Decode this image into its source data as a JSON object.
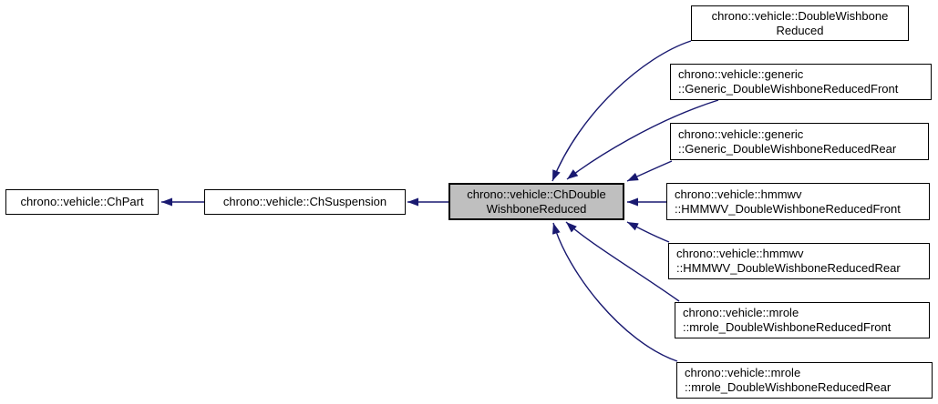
{
  "diagram": {
    "type": "class-inheritance-graph",
    "colors": {
      "arrow": "#191970",
      "node_border": "#000000",
      "node_fill": "#ffffff",
      "highlight_fill": "#bfbfbf",
      "text": "#000000",
      "background": "#ffffff"
    },
    "nodes": {
      "chpart": {
        "label": "chrono::vehicle::ChPart"
      },
      "chsuspension": {
        "label": "chrono::vehicle::ChSuspension"
      },
      "chdoublewishbonereduced": {
        "line1": "chrono::vehicle::ChDouble",
        "line2": "WishboneReduced",
        "highlighted": true
      },
      "doublewishbonereduced": {
        "line1": "chrono::vehicle::DoubleWishbone",
        "line2": "Reduced"
      },
      "generic_front": {
        "line1": "chrono::vehicle::generic",
        "line2": "::Generic_DoubleWishboneReducedFront"
      },
      "generic_rear": {
        "line1": "chrono::vehicle::generic",
        "line2": "::Generic_DoubleWishboneReducedRear"
      },
      "hmmwv_front": {
        "line1": "chrono::vehicle::hmmwv",
        "line2": "::HMMWV_DoubleWishboneReducedFront"
      },
      "hmmwv_rear": {
        "line1": "chrono::vehicle::hmmwv",
        "line2": "::HMMWV_DoubleWishboneReducedRear"
      },
      "mrole_front": {
        "line1": "chrono::vehicle::mrole",
        "line2": "::mrole_DoubleWishboneReducedFront"
      },
      "mrole_rear": {
        "line1": "chrono::vehicle::mrole",
        "line2": "::mrole_DoubleWishboneReducedRear"
      }
    },
    "edges": [
      {
        "from": "chsuspension",
        "to": "chpart"
      },
      {
        "from": "chdoublewishbonereduced",
        "to": "chsuspension"
      },
      {
        "from": "doublewishbonereduced",
        "to": "chdoublewishbonereduced"
      },
      {
        "from": "generic_front",
        "to": "chdoublewishbonereduced"
      },
      {
        "from": "generic_rear",
        "to": "chdoublewishbonereduced"
      },
      {
        "from": "hmmwv_front",
        "to": "chdoublewishbonereduced"
      },
      {
        "from": "hmmwv_rear",
        "to": "chdoublewishbonereduced"
      },
      {
        "from": "mrole_front",
        "to": "chdoublewishbonereduced"
      },
      {
        "from": "mrole_rear",
        "to": "chdoublewishbonereduced"
      }
    ]
  }
}
